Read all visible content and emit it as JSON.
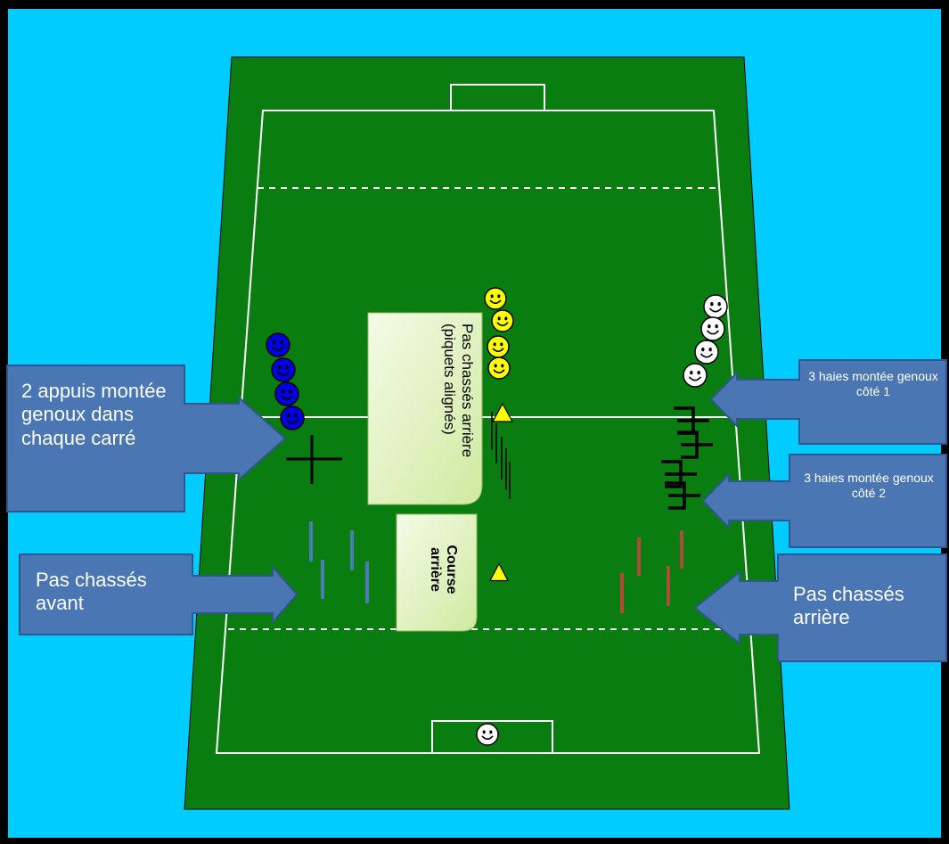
{
  "colors": {
    "background": "#00ccff",
    "border": "#000000",
    "pitch": "#0a7d10",
    "pitch_line": "#ffffff",
    "callout_fill": "#4a77b3",
    "callout_stroke": "#2f5690",
    "note_fill": "#e6f5c8",
    "cone": "#ffff00",
    "blue_player": "#0000e0",
    "yellow_player": "#ffff00",
    "white_player": "#ffffff",
    "blue_pole": "#4a7ab8",
    "red_pole": "#b04a3a",
    "hurdle": "#000000"
  },
  "callouts": {
    "appuis": "2 appuis montée genoux dans chaque carré",
    "chasses_avant": "Pas chassés avant",
    "haies_1": "3 haies montée genoux côté 1",
    "haies_2": "3 haies montée genoux côté 2",
    "chasses_arriere": "Pas chassés arrière"
  },
  "notes": {
    "piquets": "Pas chassés arrière (piquets alignés)",
    "course_arriere": "Course arrière"
  },
  "icons": {
    "player": "smiley-face-icon",
    "cone": "cone-icon",
    "hurdle": "hurdle-icon",
    "pole": "pole-icon"
  }
}
